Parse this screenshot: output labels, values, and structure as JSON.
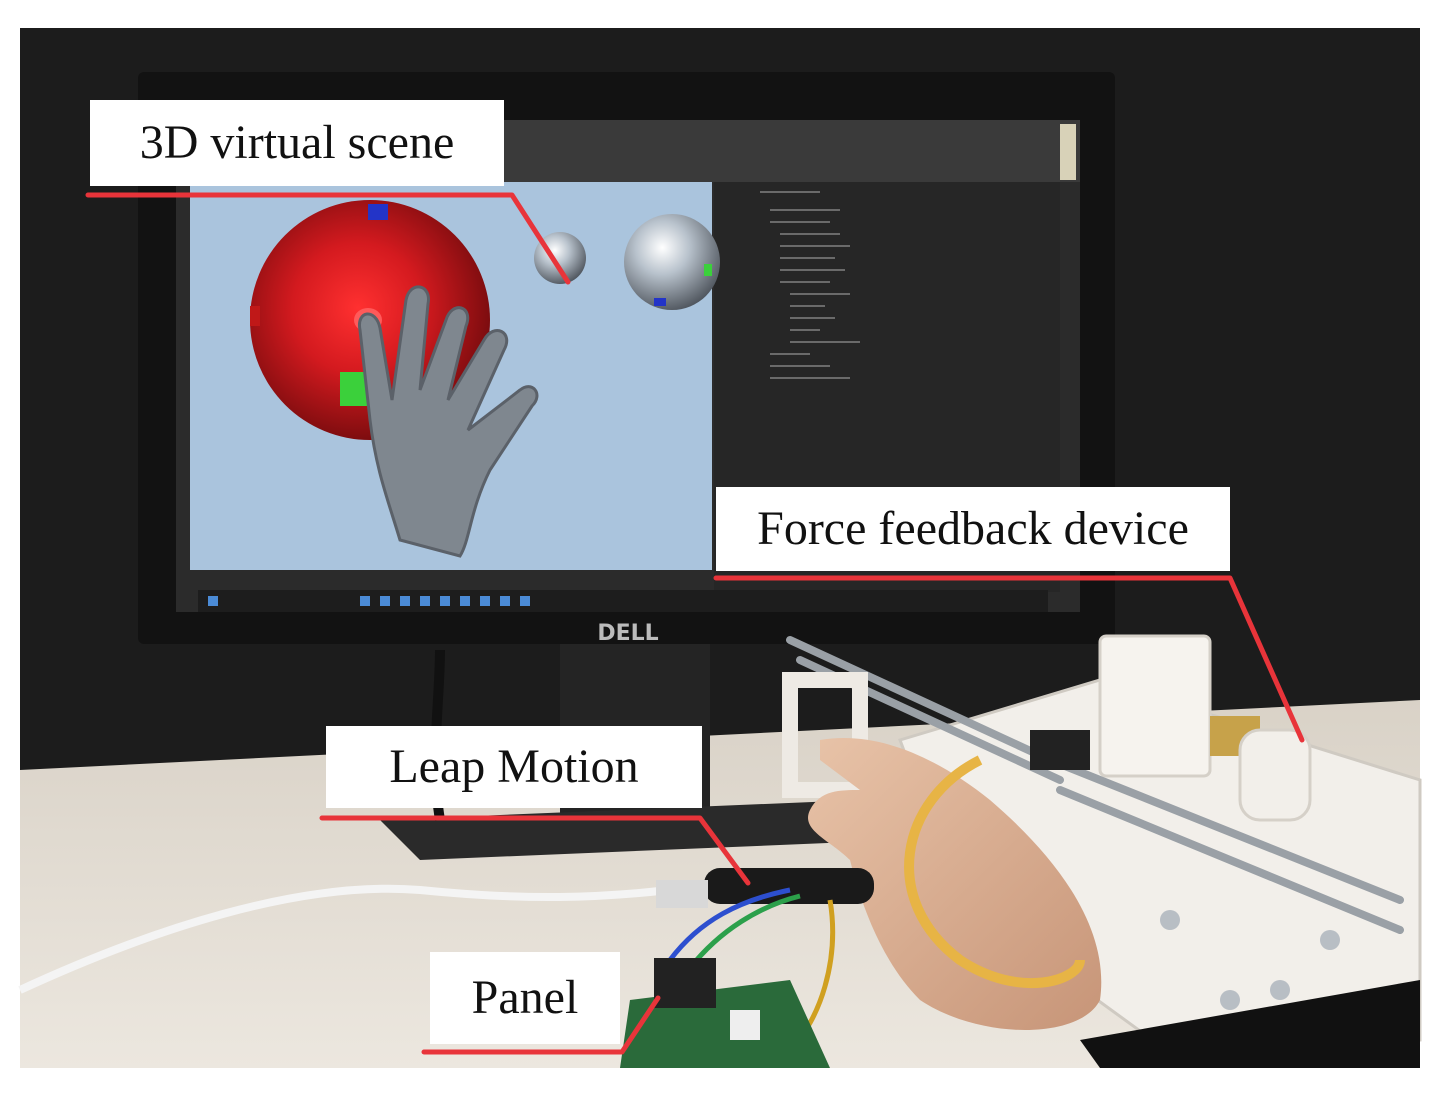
{
  "labels": {
    "scene": "3D virtual scene",
    "force": "Force feedback device",
    "leap": "Leap Motion",
    "panel": "Panel"
  },
  "monitor_brand": "DELL",
  "colors": {
    "leader_line": "#e8343a",
    "backdrop": "#1c1c1c",
    "screen_sky": "#a9c3dd",
    "red_sphere": "#c0141c",
    "hand_model": "#7f878f",
    "device_body": "#f2efea",
    "desk": "#e3ddd4"
  }
}
